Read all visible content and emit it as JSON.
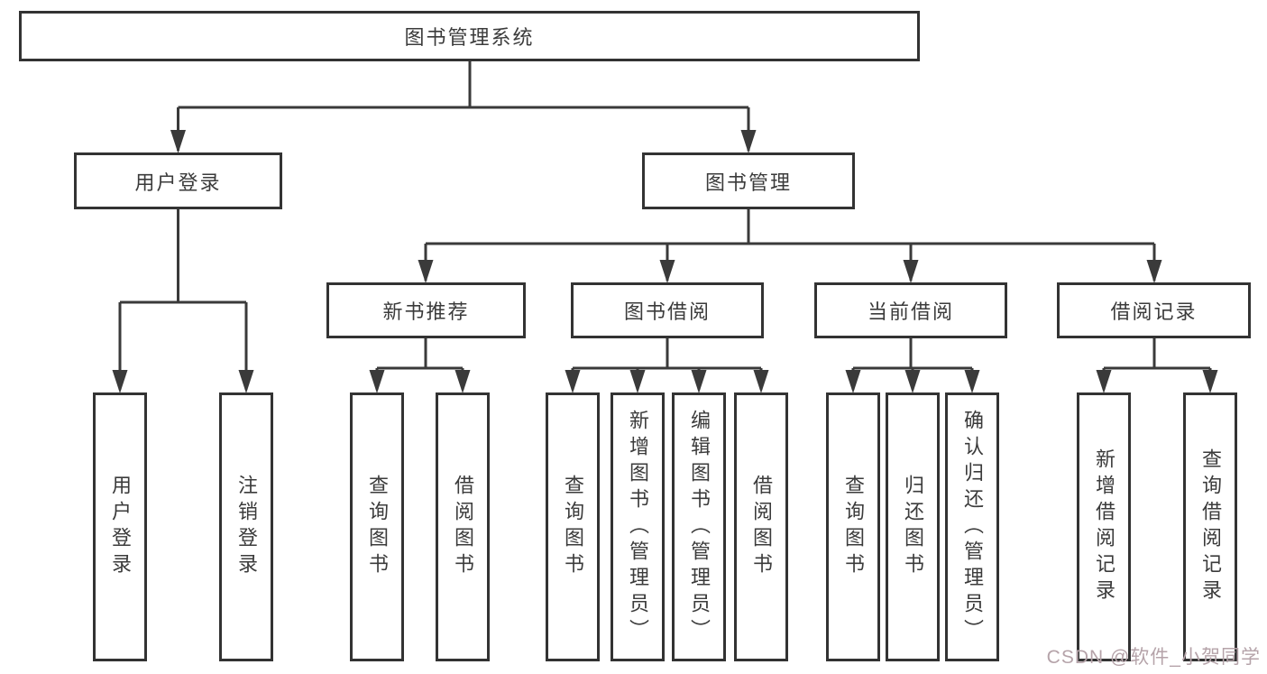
{
  "diagram": {
    "root": "图书管理系统",
    "branches": [
      {
        "label": "用户登录",
        "leaves": [
          "用户登录",
          "注销登录"
        ]
      },
      {
        "label": "图书管理",
        "groups": [
          {
            "label": "新书推荐",
            "leaves": [
              "查询图书",
              "借阅图书"
            ]
          },
          {
            "label": "图书借阅",
            "leaves": [
              "查询图书",
              "新增图书（管理员）",
              "编辑图书（管理员）",
              "借阅图书"
            ]
          },
          {
            "label": "当前借阅",
            "leaves": [
              "查询图书",
              "归还图书",
              "确认归还（管理员）"
            ]
          },
          {
            "label": "借阅记录",
            "leaves": [
              "新增借阅记录",
              "查询借阅记录"
            ]
          }
        ]
      }
    ]
  },
  "watermark": "CSDN @软件_小贺同学",
  "colors": {
    "box_border": "#333333",
    "line": "#3a3a3a",
    "text": "#3b3b3b",
    "watermark": "#b5a3a9",
    "background": "#ffffff"
  }
}
